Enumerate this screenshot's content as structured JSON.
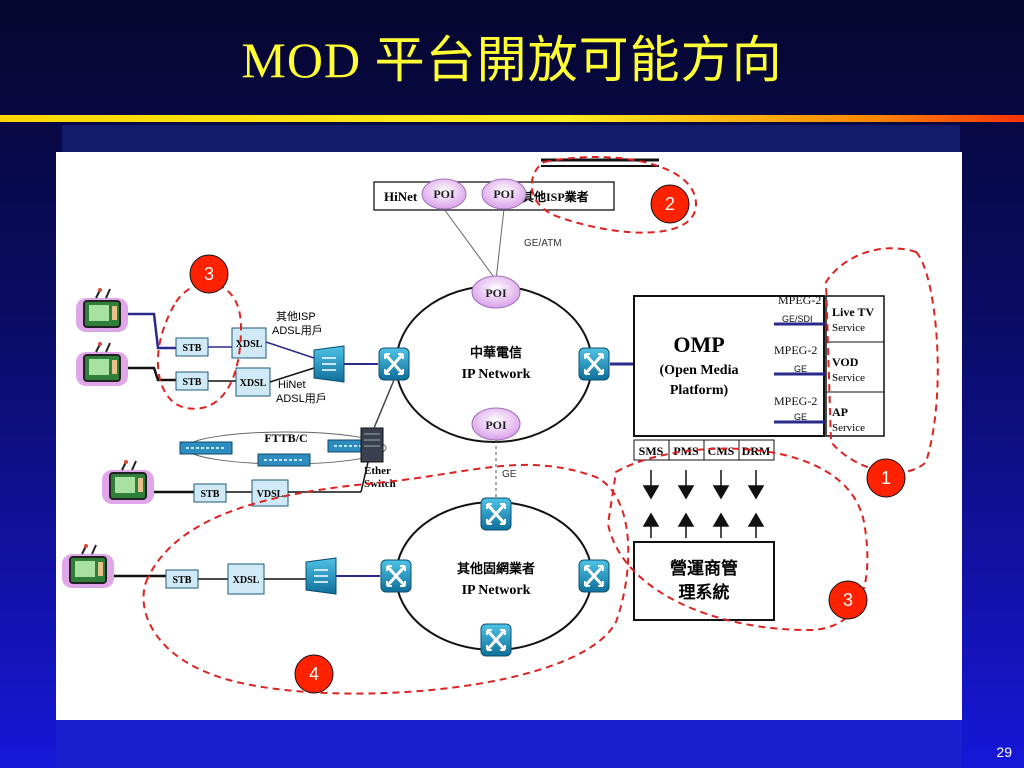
{
  "slide": {
    "title": "MOD 平台開放可能方向",
    "page_number": "29"
  },
  "diagram": {
    "hinet_label": "HiNet",
    "other_isp_label": "其他ISP業者",
    "poi_label": "POI",
    "ge_atm_label": "GE/ATM",
    "ge_label": "GE",
    "cht_network": {
      "line1": "中華電信",
      "line2": "IP Network"
    },
    "other_network": {
      "line1": "其他固網業者",
      "line2": "IP Network"
    },
    "omp": {
      "title": "OMP",
      "line1": "(Open Media",
      "line2": "Platform)"
    },
    "modules": [
      "SMS",
      "PMS",
      "CMS",
      "DRM"
    ],
    "services": [
      {
        "link": "MPEG-2",
        "sub": "GE/SDI",
        "name1": "Live TV",
        "name2": "Service"
      },
      {
        "link": "MPEG-2",
        "sub": "GE",
        "name1": "VOD",
        "name2": "Service"
      },
      {
        "link": "MPEG-2",
        "sub": "GE",
        "name1": "AP",
        "name2": "Service"
      }
    ],
    "ops_system": {
      "line1": "營運商管",
      "line2": "理系統"
    },
    "stb_label": "STB",
    "xdsl_label": "XDSL",
    "vdsl_label": "VDSL",
    "other_isp_adsl": {
      "line1": "其他ISP",
      "line2": "ADSL用戶"
    },
    "hinet_adsl": {
      "line1": "HiNet",
      "line2": "ADSL用戶"
    },
    "fttb_label": "FTTB/C",
    "ether_switch": {
      "line1": "Ether",
      "line2": "Switch"
    },
    "markers": [
      "1",
      "2",
      "3",
      "3",
      "4"
    ]
  },
  "colors": {
    "title": "#ffff33",
    "marker_fill": "#ff2200",
    "dashed_region": "#dd2222",
    "link_blue": "#2a2a8a",
    "poi_fill": "#e8b8f0"
  }
}
